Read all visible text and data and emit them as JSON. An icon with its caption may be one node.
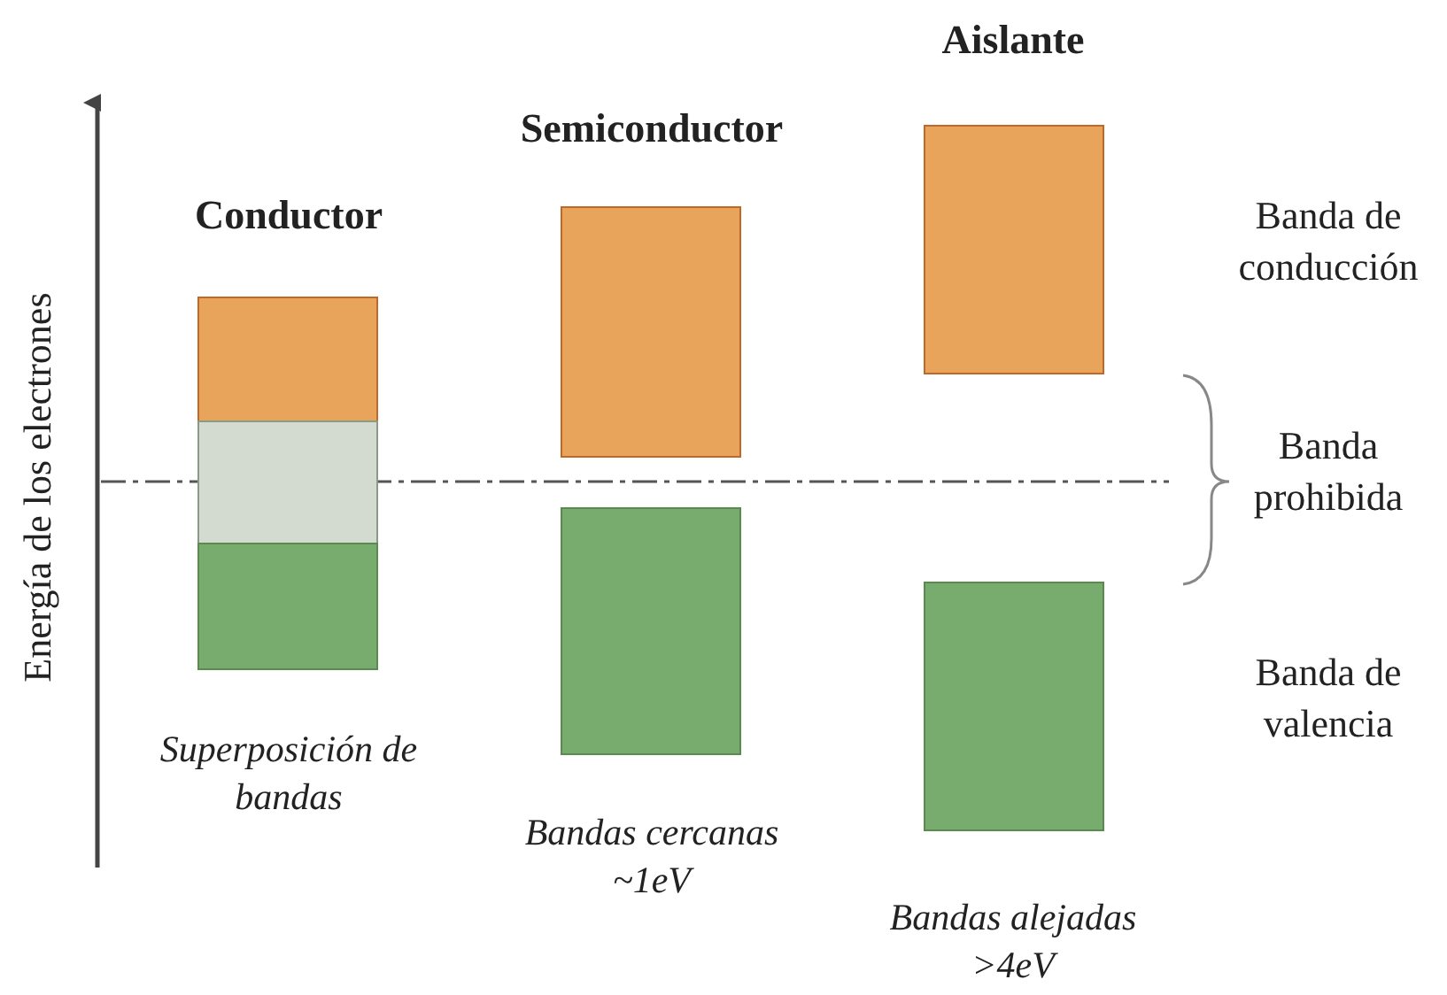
{
  "diagram": {
    "labels": [
      "Aislante",
      "Semiconductor",
      "Conductor",
      "Banda de conducción",
      "Energía de los electrones",
      "Banda prohibida",
      "Banda de valencia",
      "Superposición de bandas",
      "Bandas cercanas ~1eV",
      "Bandas alejadas >4eV"
    ]
  }
}
